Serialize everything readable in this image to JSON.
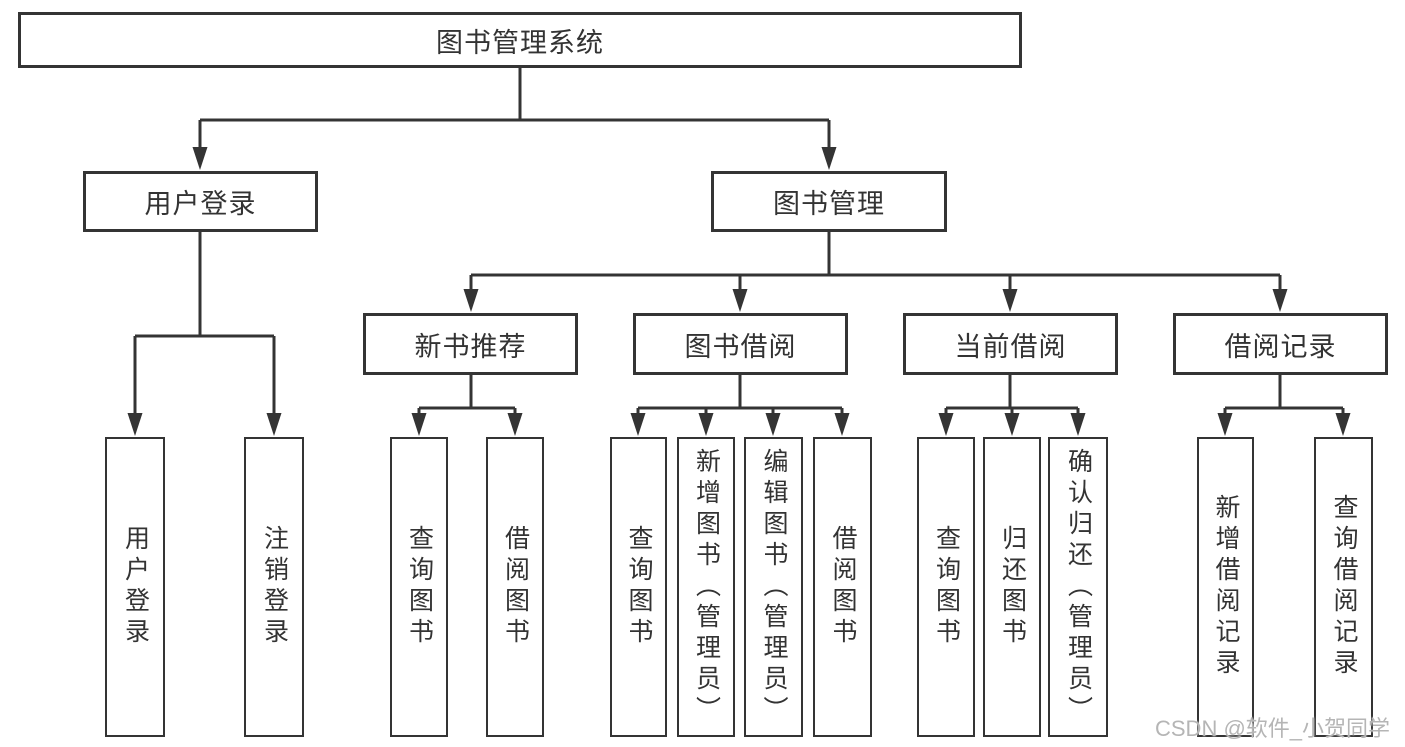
{
  "diagram": {
    "root": {
      "label": "图书管理系统"
    },
    "level2": [
      {
        "label": "用户登录"
      },
      {
        "label": "图书管理"
      }
    ],
    "level3": [
      {
        "label": "新书推荐"
      },
      {
        "label": "图书借阅"
      },
      {
        "label": "当前借阅"
      },
      {
        "label": "借阅记录"
      }
    ],
    "leaves": [
      {
        "label": "用户登录"
      },
      {
        "label": "注销登录"
      },
      {
        "label": "查询图书"
      },
      {
        "label": "借阅图书"
      },
      {
        "label": "查询图书"
      },
      {
        "label": "新增图书（管理员）"
      },
      {
        "label": "编辑图书（管理员）"
      },
      {
        "label": "借阅图书"
      },
      {
        "label": "查询图书"
      },
      {
        "label": "归还图书"
      },
      {
        "label": "确认归还（管理员）"
      },
      {
        "label": "新增借阅记录"
      },
      {
        "label": "查询借阅记录"
      }
    ]
  },
  "watermark": {
    "text": "CSDN @软件_小贺同学"
  },
  "colors": {
    "line": "#343434",
    "text": "#333333",
    "background": "#ffffff",
    "watermark": "#b5b5b5"
  }
}
